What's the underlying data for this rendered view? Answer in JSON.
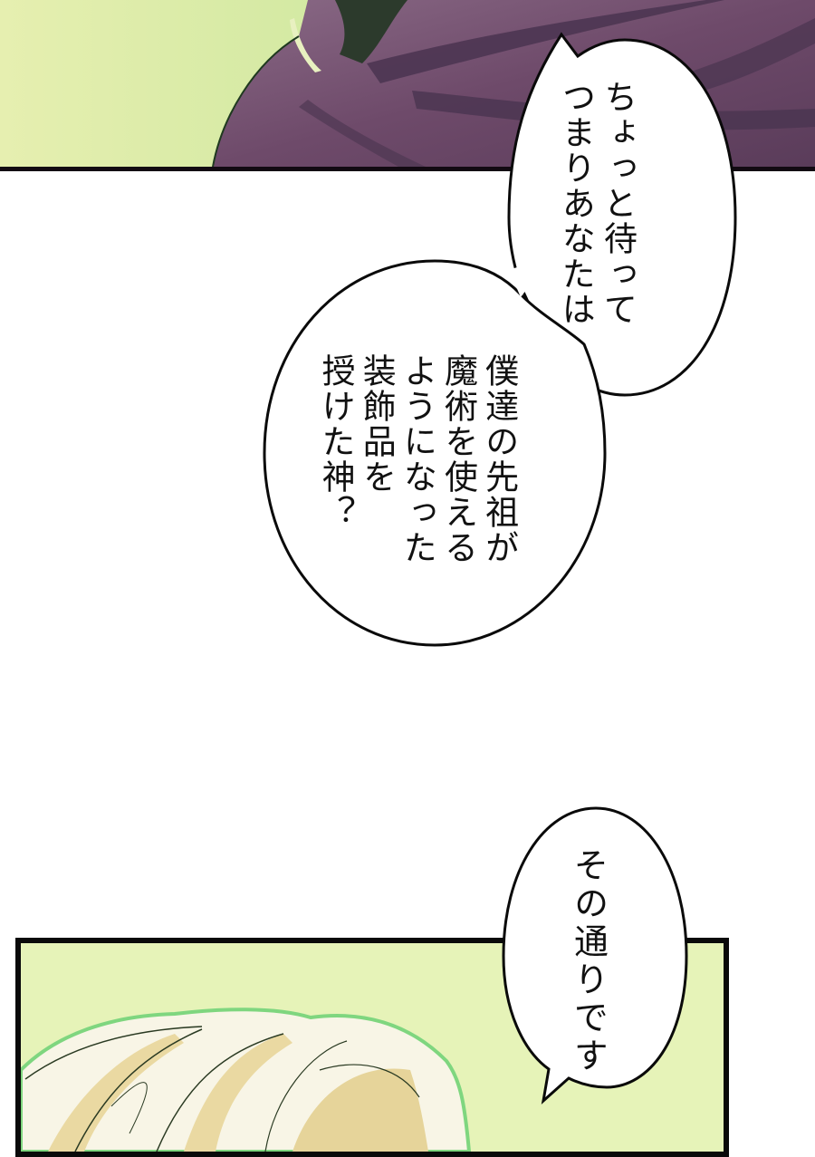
{
  "page": {
    "type": "manga-page",
    "reading_direction": "vertical-right-to-left",
    "background": "#ffffff"
  },
  "panels": [
    {
      "id": "panel-top",
      "description": "Close-up of purple-robed figure's shoulder against green-yellow glowing background",
      "colors": {
        "background": "#cfe89a",
        "robe": "#6e4a6a",
        "robe_shadow": "#4a3450",
        "border": "#120a12"
      }
    },
    {
      "id": "panel-bottom",
      "description": "Top of a character's head with white-blonde hair against pale green background",
      "colors": {
        "background": "#e8f4bc",
        "hair": "#f8f4e0",
        "hair_shadow": "#e8d8a0",
        "border": "#0a0a0a"
      }
    }
  ],
  "bubbles": [
    {
      "id": "bubble-1",
      "lines": [
        "ちょっと待って",
        "つまりあなたは"
      ]
    },
    {
      "id": "bubble-2",
      "lines": [
        "僕達の先祖が",
        "魔術を使える",
        "ようになった",
        "装飾品を",
        "授けた神？"
      ]
    },
    {
      "id": "bubble-3",
      "lines": [
        "その通りです"
      ]
    }
  ]
}
